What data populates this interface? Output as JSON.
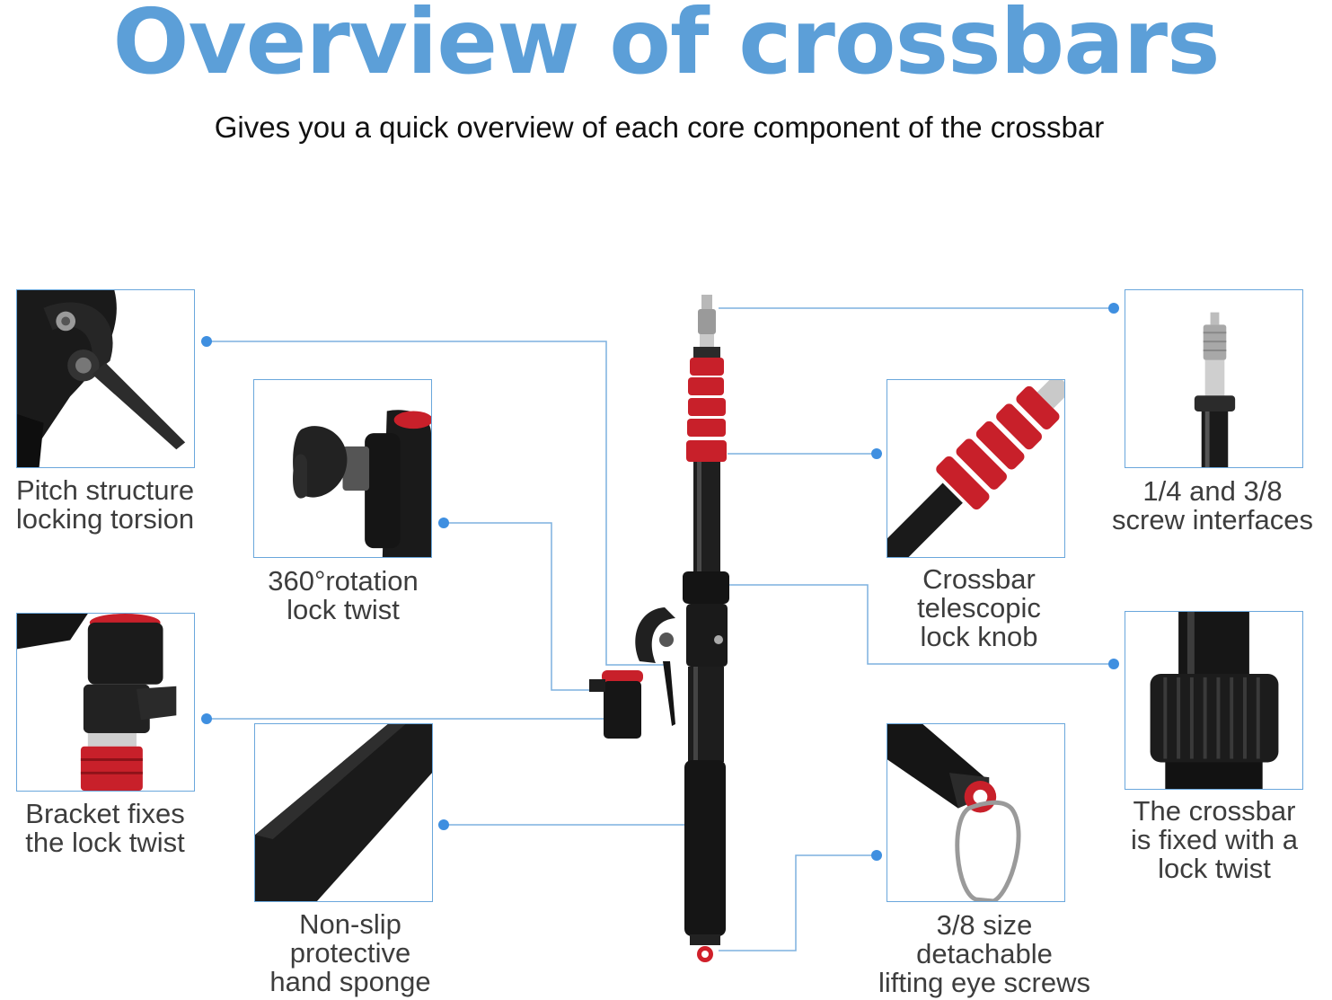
{
  "header": {
    "title": "Overview of crossbars",
    "subtitle": "Gives you a quick overview of each core component of the crossbar"
  },
  "callouts": {
    "pitch": {
      "label_line1": "Pitch structure",
      "label_line2": "locking torsion",
      "icon": "pitch-lock-lever"
    },
    "rotation": {
      "label_line1": "360°rotation",
      "label_line2": "lock twist",
      "icon": "rotation-knob"
    },
    "bracket": {
      "label_line1": "Bracket fixes",
      "label_line2": "the lock twist",
      "icon": "bracket-clamp"
    },
    "sponge": {
      "label_line1": "Non-slip",
      "label_line2": "protective",
      "label_line3": "hand sponge",
      "icon": "foam-grip"
    },
    "screw": {
      "label_line1": "1/4 and 3/8",
      "label_line2": "screw interfaces",
      "icon": "screw-stud"
    },
    "knob": {
      "label_line1": "Crossbar",
      "label_line2": "telescopic",
      "label_line3": "lock knob",
      "icon": "red-lock-rings"
    },
    "fixed": {
      "label_line1": "The crossbar",
      "label_line2": "is fixed with a",
      "label_line3": "lock twist",
      "icon": "lock-collar"
    },
    "eye": {
      "label_line1": "3/8 size",
      "label_line2": "detachable",
      "label_line3": "lifting eye screws",
      "icon": "carabiner-eye"
    }
  },
  "colors": {
    "title": "#5c9fd8",
    "accent_line": "#7db1df",
    "dot": "#3f8fe0",
    "pole_red": "#c8202a",
    "pole_black": "#1a1a1a"
  }
}
